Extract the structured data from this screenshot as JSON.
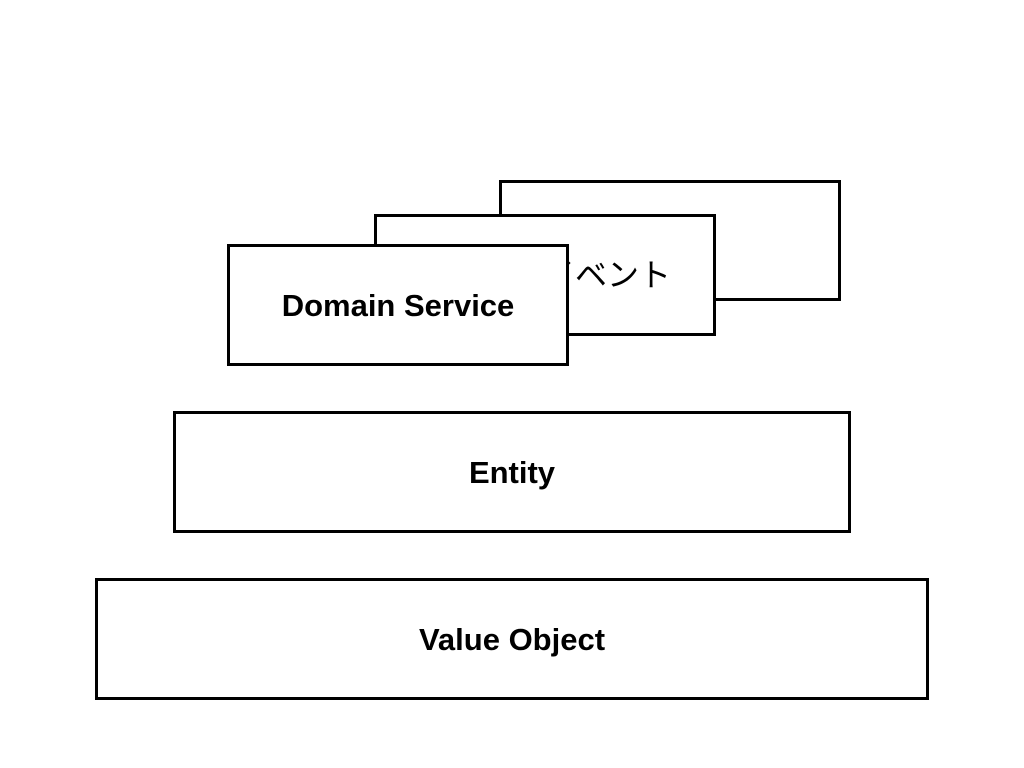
{
  "diagram": {
    "layers": {
      "back_card": {
        "label": ""
      },
      "domain_event": {
        "label": "イベント"
      },
      "domain_service": {
        "label": "Domain Service"
      },
      "entity": {
        "label": "Entity"
      },
      "value_object": {
        "label": "Value Object"
      }
    },
    "colors": {
      "stroke": "#000000",
      "fill": "#ffffff",
      "background": "#ffffff"
    }
  }
}
